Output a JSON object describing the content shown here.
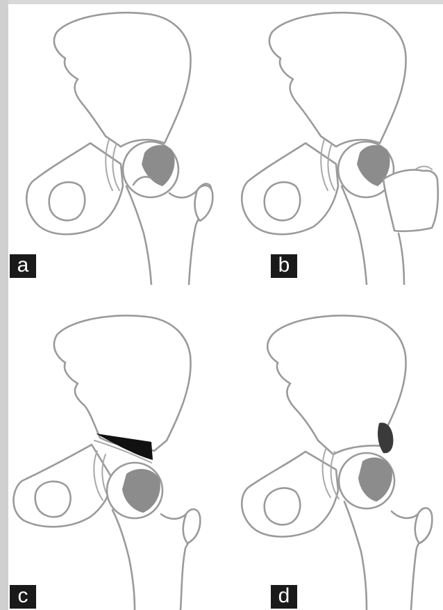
{
  "panels": [
    {
      "label": "a",
      "variant": "femoral-head-lesion"
    },
    {
      "label": "b",
      "variant": "femoral-head-lesion-with-trochanter-fragment"
    },
    {
      "label": "c",
      "variant": "acetabular-wedge-with-head-lesion"
    },
    {
      "label": "d",
      "variant": "superior-acetabular-and-head-lesion"
    }
  ],
  "colors": {
    "outline": "#9a9a9a",
    "lesion": "#8c8c8c",
    "dark_lesion": "#3a3a3a",
    "wedge": "#111111",
    "label_bg": "#1a1a1a",
    "label_text": "#ffffff"
  }
}
